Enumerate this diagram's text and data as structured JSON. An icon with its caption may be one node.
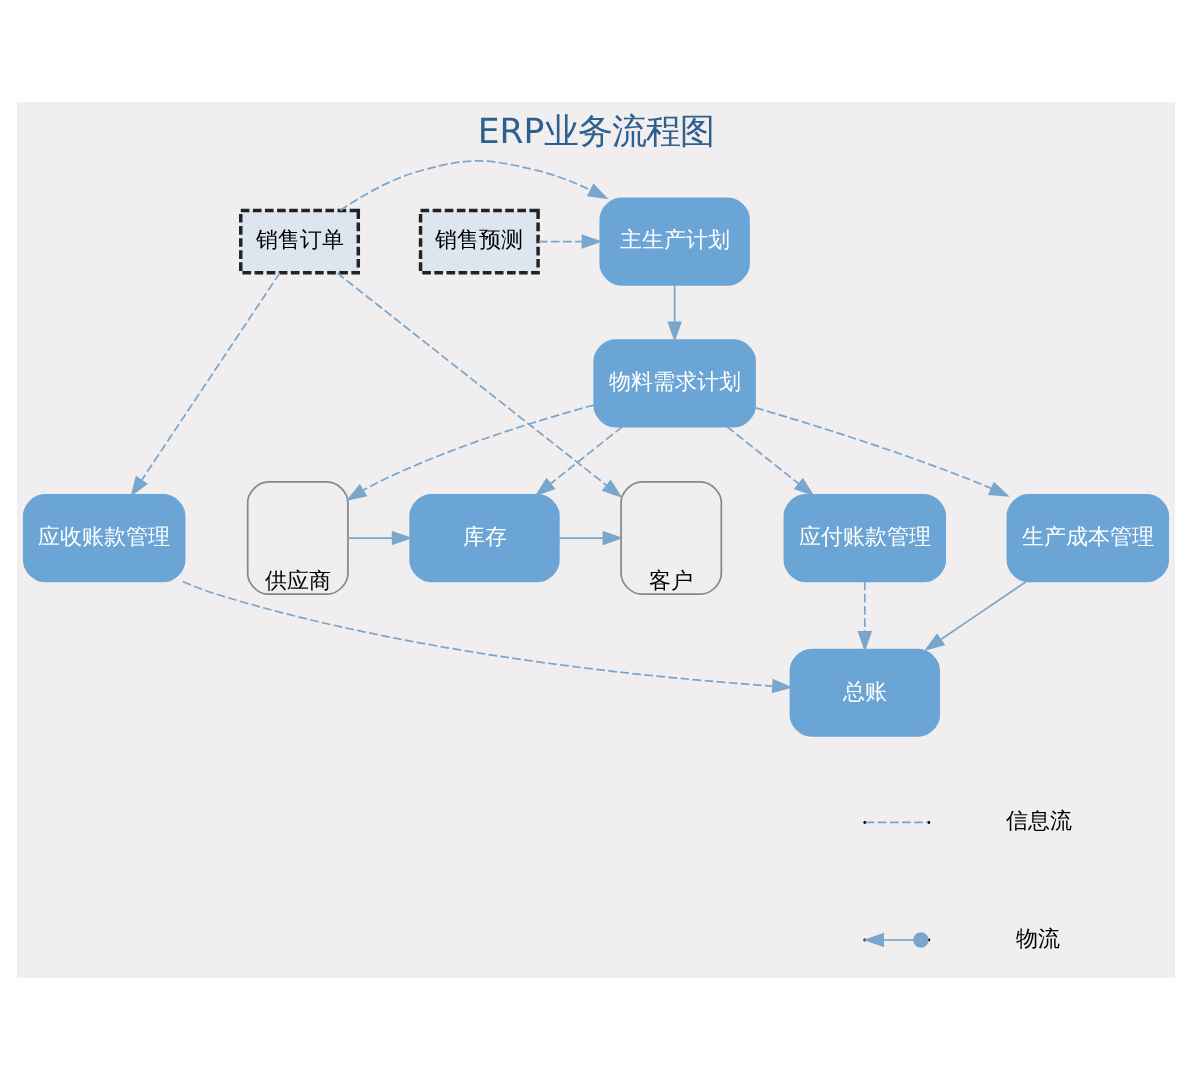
{
  "diagram": {
    "title": "ERP业务流程图",
    "nodes": [
      {
        "text": [
          "销售预测"
        ]
      },
      {
        "text": [
          "销售订单"
        ]
      },
      {
        "text": [
          "主生产计划"
        ]
      },
      {
        "text": [
          "物料需求计划"
        ]
      },
      {
        "text": [
          "供应商"
        ]
      },
      {
        "text": [
          "库存"
        ]
      },
      {
        "text": [
          "客户"
        ]
      },
      {
        "text": [
          "应付账款管理"
        ]
      },
      {
        "text": [
          "生产成本管理"
        ]
      },
      {
        "text": [
          "应收账款管理"
        ]
      },
      {
        "text": [
          "总账"
        ]
      }
    ],
    "edges": [
      {
        "from": 0,
        "to": 2,
        "arrow": "to",
        "style": "dashed"
      },
      {
        "from": 1,
        "to": 2,
        "arrow": "to",
        "style": "dashed"
      },
      {
        "from": 2,
        "to": 3,
        "arrow": "to"
      },
      {
        "from": 3,
        "to": 4,
        "arrow": "to",
        "style": "dashed"
      },
      {
        "from": 3,
        "to": 8,
        "arrow": "to",
        "style": "dashed"
      },
      {
        "from": 3,
        "to": 5,
        "arrow": "to",
        "style": "dashed"
      },
      {
        "from": 3,
        "to": 7,
        "arrow": "to",
        "style": "dashed"
      },
      {
        "from": 4,
        "to": 5,
        "arrow": "to"
      },
      {
        "from": 5,
        "to": 6,
        "arrow": "to"
      },
      {
        "from": 1,
        "to": 6,
        "arrow": "to",
        "style": "dashed"
      },
      {
        "from": 1,
        "to": 9,
        "arrow": "to",
        "style": "dashed"
      },
      {
        "from": 7,
        "to": 10,
        "arrow": "to",
        "style": "dashed"
      },
      {
        "from": 8,
        "to": 10,
        "arrow": "to"
      },
      {
        "from": 9,
        "to": 10,
        "arrow": "to",
        "style": "dashed"
      }
    ],
    "legend": [
      {
        "text": "信息流"
      },
      {
        "text": "物流"
      }
    ]
  }
}
